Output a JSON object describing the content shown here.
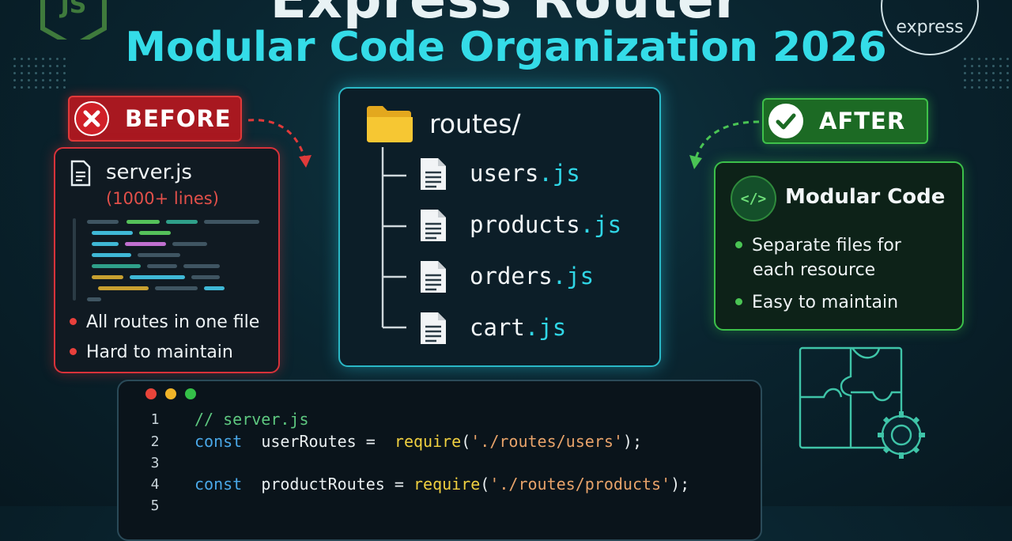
{
  "header": {
    "title": "Express Router",
    "subtitle": "Modular Code Organization 2026",
    "express_logo_text": "express"
  },
  "before": {
    "badge_label": "BEFORE",
    "file_name": "server.js",
    "file_note": "(1000+ lines)",
    "bullets": [
      "All routes in one file",
      "Hard to maintain"
    ]
  },
  "routes": {
    "folder_label": "routes/",
    "files": [
      {
        "name": "users",
        "ext": ".js"
      },
      {
        "name": "products",
        "ext": ".js"
      },
      {
        "name": "orders",
        "ext": ".js"
      },
      {
        "name": "cart",
        "ext": ".js"
      }
    ]
  },
  "after": {
    "badge_label": "AFTER",
    "card_title": "Modular Code",
    "code_icon_glyph": "</>",
    "bullets": [
      "Separate files for",
      "each resource",
      "Easy to maintain"
    ]
  },
  "code": {
    "line_numbers": [
      "1",
      "2",
      "3",
      "4",
      "5"
    ],
    "line1_comment": "// server.js",
    "line2": {
      "kw": "const",
      "id": "userRoutes",
      "op": "=",
      "fn": "require",
      "open": "(",
      "str": "'./routes/users'",
      "close": ");"
    },
    "line4": {
      "kw": "const",
      "id": "productRoutes",
      "op": "=",
      "fn": "require",
      "open": "(",
      "str": "'./routes/products'",
      "close": ");"
    }
  },
  "colors": {
    "accent_cyan": "#34dce8",
    "before_red": "#d8323a",
    "after_green": "#3cc04a",
    "background": "#0a2530"
  },
  "icons": [
    "nodejs-logo",
    "x-icon",
    "check-icon",
    "folder-icon",
    "file-icon",
    "code-icon",
    "puzzle-icon",
    "gear-icon"
  ]
}
